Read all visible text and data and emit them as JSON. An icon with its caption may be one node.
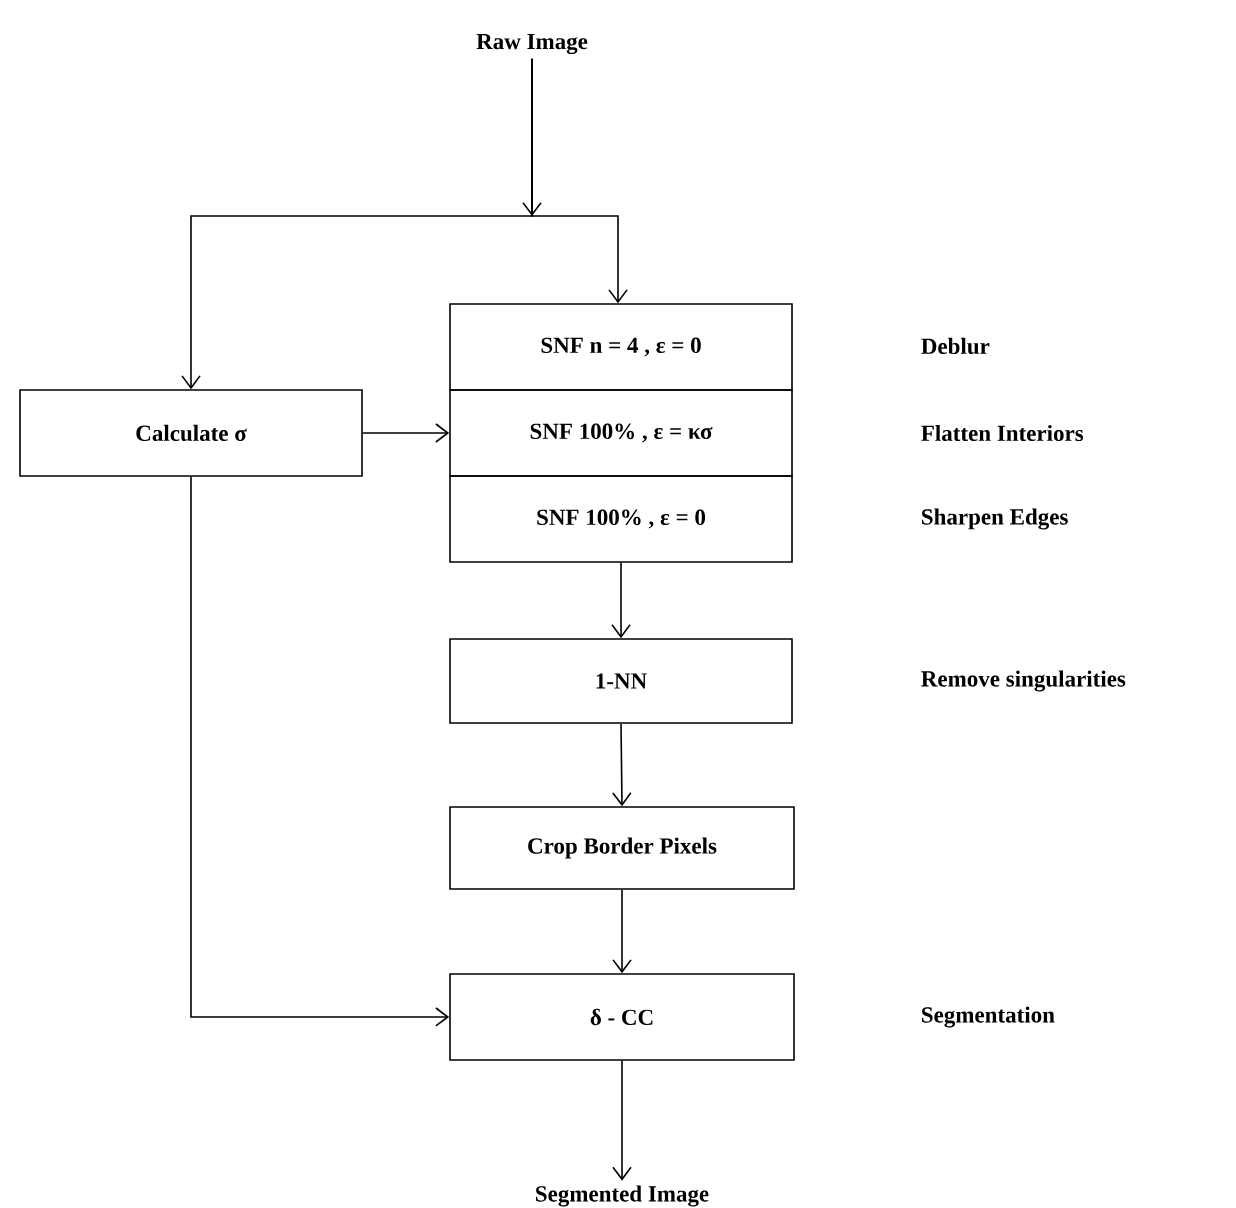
{
  "diagram": {
    "nodes": [
      {
        "text": [
          "Raw Image"
        ]
      },
      {
        "text": [
          "Calculate σ"
        ]
      },
      {
        "text": [
          "SNF n = 4 , ε = 0"
        ]
      },
      {
        "text": [
          "SNF 100% , ε = κσ"
        ]
      },
      {
        "text": [
          "SNF 100% , ε = 0"
        ]
      },
      {
        "text": [
          "1-NN"
        ]
      },
      {
        "text": [
          "Crop Border Pixels"
        ]
      },
      {
        "text": [
          "δ - CC"
        ]
      },
      {
        "text": [
          "Segmented Image"
        ]
      }
    ],
    "edges": [
      {
        "from": 0,
        "to": 1,
        "arrow": "to"
      },
      {
        "from": 0,
        "to": 2,
        "arrow": "to"
      },
      {
        "from": 1,
        "to": 3,
        "arrow": "to"
      },
      {
        "from": 4,
        "to": 5,
        "arrow": "to"
      },
      {
        "from": 5,
        "to": 6,
        "arrow": "to"
      },
      {
        "from": 6,
        "to": 7,
        "arrow": "to"
      },
      {
        "from": 1,
        "to": 7,
        "arrow": "to"
      },
      {
        "from": 7,
        "to": 8,
        "arrow": "to"
      }
    ],
    "labels": [
      "Deblur",
      "Flatten Interiors",
      "Sharpen Edges",
      "Remove singularities",
      "Segmentation"
    ]
  }
}
